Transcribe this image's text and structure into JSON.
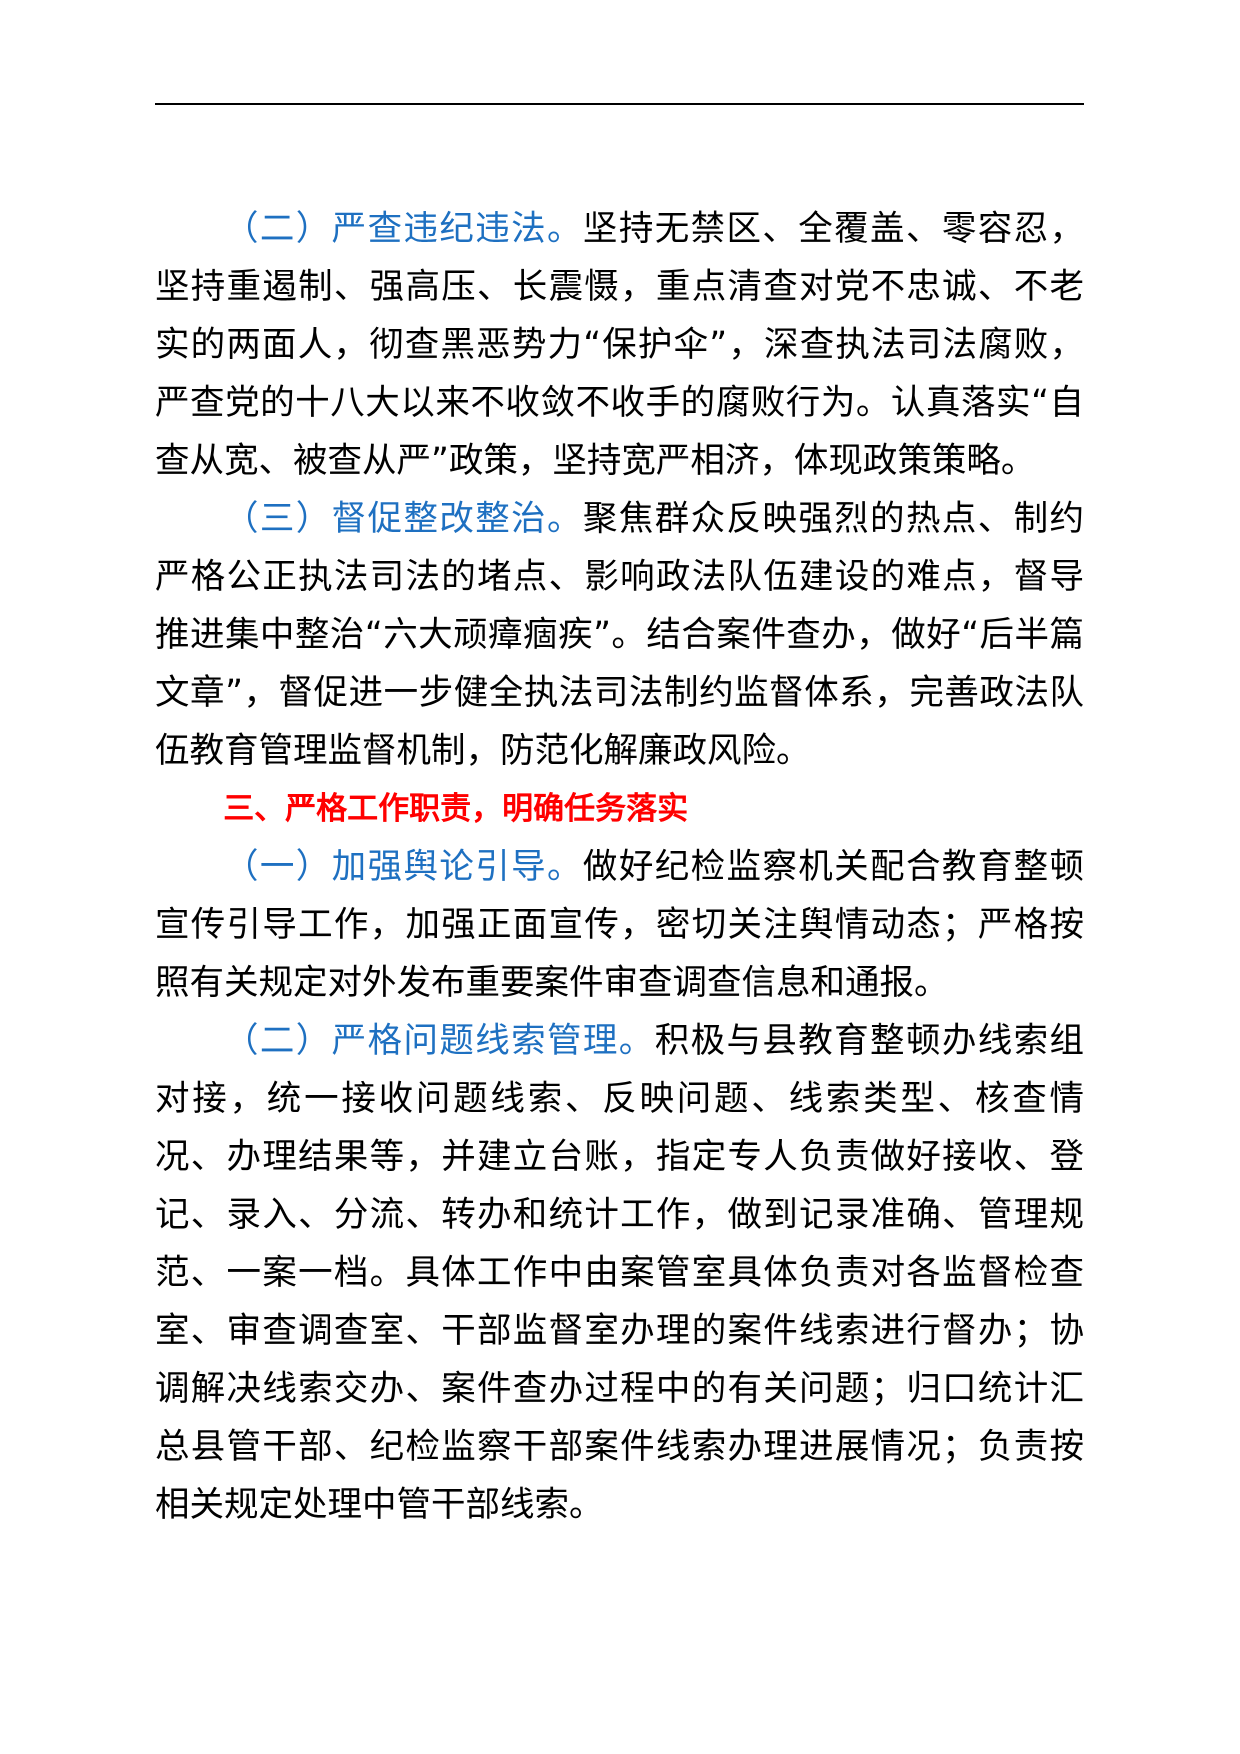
{
  "document": {
    "paragraphs": [
      {
        "kind": "item",
        "lead": "（二）严查违纪违法。",
        "text": "坚持无禁区、全覆盖、零容忍，坚持重遏制、强高压、长震慑，重点清查对党不忠诚、不老实的两面人，彻查黑恶势力“保护伞”，深查执法司法腐败，严查党的十八大以来不收敛不收手的腐败行为。认真落实“自查从宽、被查从严”政策，坚持宽严相济，体现政策策略。"
      },
      {
        "kind": "item",
        "lead": "（三）督促整改整治。",
        "text": "聚焦群众反映强烈的热点、制约严格公正执法司法的堵点、影响政法队伍建设的难点，督导推进集中整治“六大顽瘴痼疾”。结合案件查办，做好“后半篇文章”，督促进一步健全执法司法制约监督体系，完善政法队伍教育管理监督机制，防范化解廉政风险。"
      },
      {
        "kind": "heading",
        "text": "三、严格工作职责，明确任务落实"
      },
      {
        "kind": "item",
        "lead": "（一）加强舆论引导。",
        "text": "做好纪检监察机关配合教育整顿宣传引导工作，加强正面宣传，密切关注舆情动态；严格按照有关规定对外发布重要案件审查调查信息和通报。"
      },
      {
        "kind": "item",
        "lead": "（二）严格问题线索管理。",
        "text": "积极与县教育整顿办线索组对接，统一接收问题线索、反映问题、线索类型、核查情况、办理结果等，并建立台账，指定专人负责做好接收、登记、录入、分流、转办和统计工作，做到记录准确、管理规范、一案一档。具体工作中由案管室具体负责对各监督检查室、审查调查室、干部监督室办理的案件线索进行督办；协调解决线索交办、案件查办过程中的有关问题；归口统计汇总县管干部、纪检监察干部案件线索办理进展情况；负责按相关规定处理中管干部线索。"
      }
    ]
  },
  "colors": {
    "lead_blue": "#1e70c1",
    "heading_red": "#ff0000",
    "body_text": "#000000"
  }
}
